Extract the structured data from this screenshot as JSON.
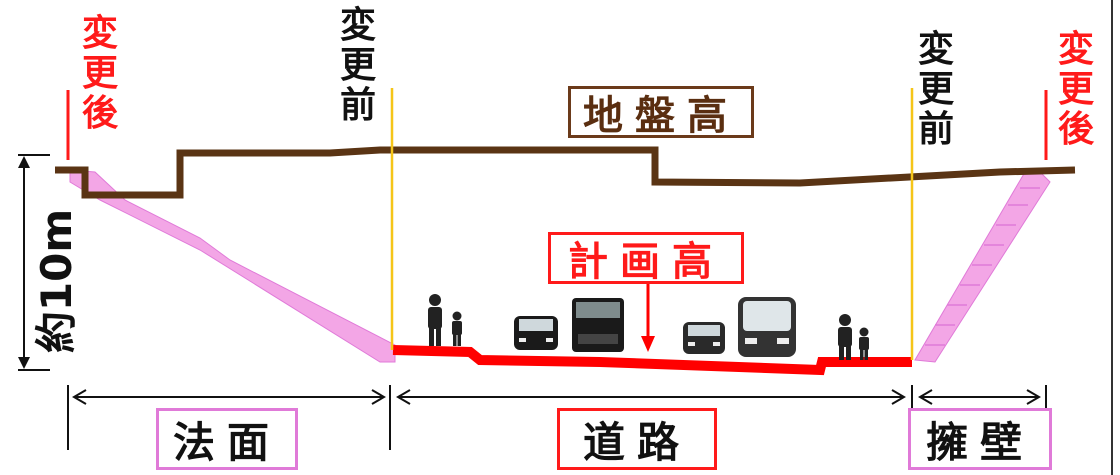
{
  "labels": {
    "after_left": [
      "変",
      "更",
      "後"
    ],
    "before_left": [
      "変",
      "更",
      "前"
    ],
    "before_right": [
      "変",
      "更",
      "前"
    ],
    "after_right": [
      "変",
      "更",
      "後"
    ],
    "ground_height": "地盤高",
    "planned_height": "計画高",
    "height": "約10m",
    "slope": "法面",
    "road": "道路",
    "retaining_wall": "擁壁"
  },
  "colors": {
    "ground_line": "#5a3414",
    "road_line": "#ff0000",
    "slope_fill": "#f3a6e6",
    "marker_yellow": "#f5c518",
    "marker_red": "#ff1a1a"
  }
}
